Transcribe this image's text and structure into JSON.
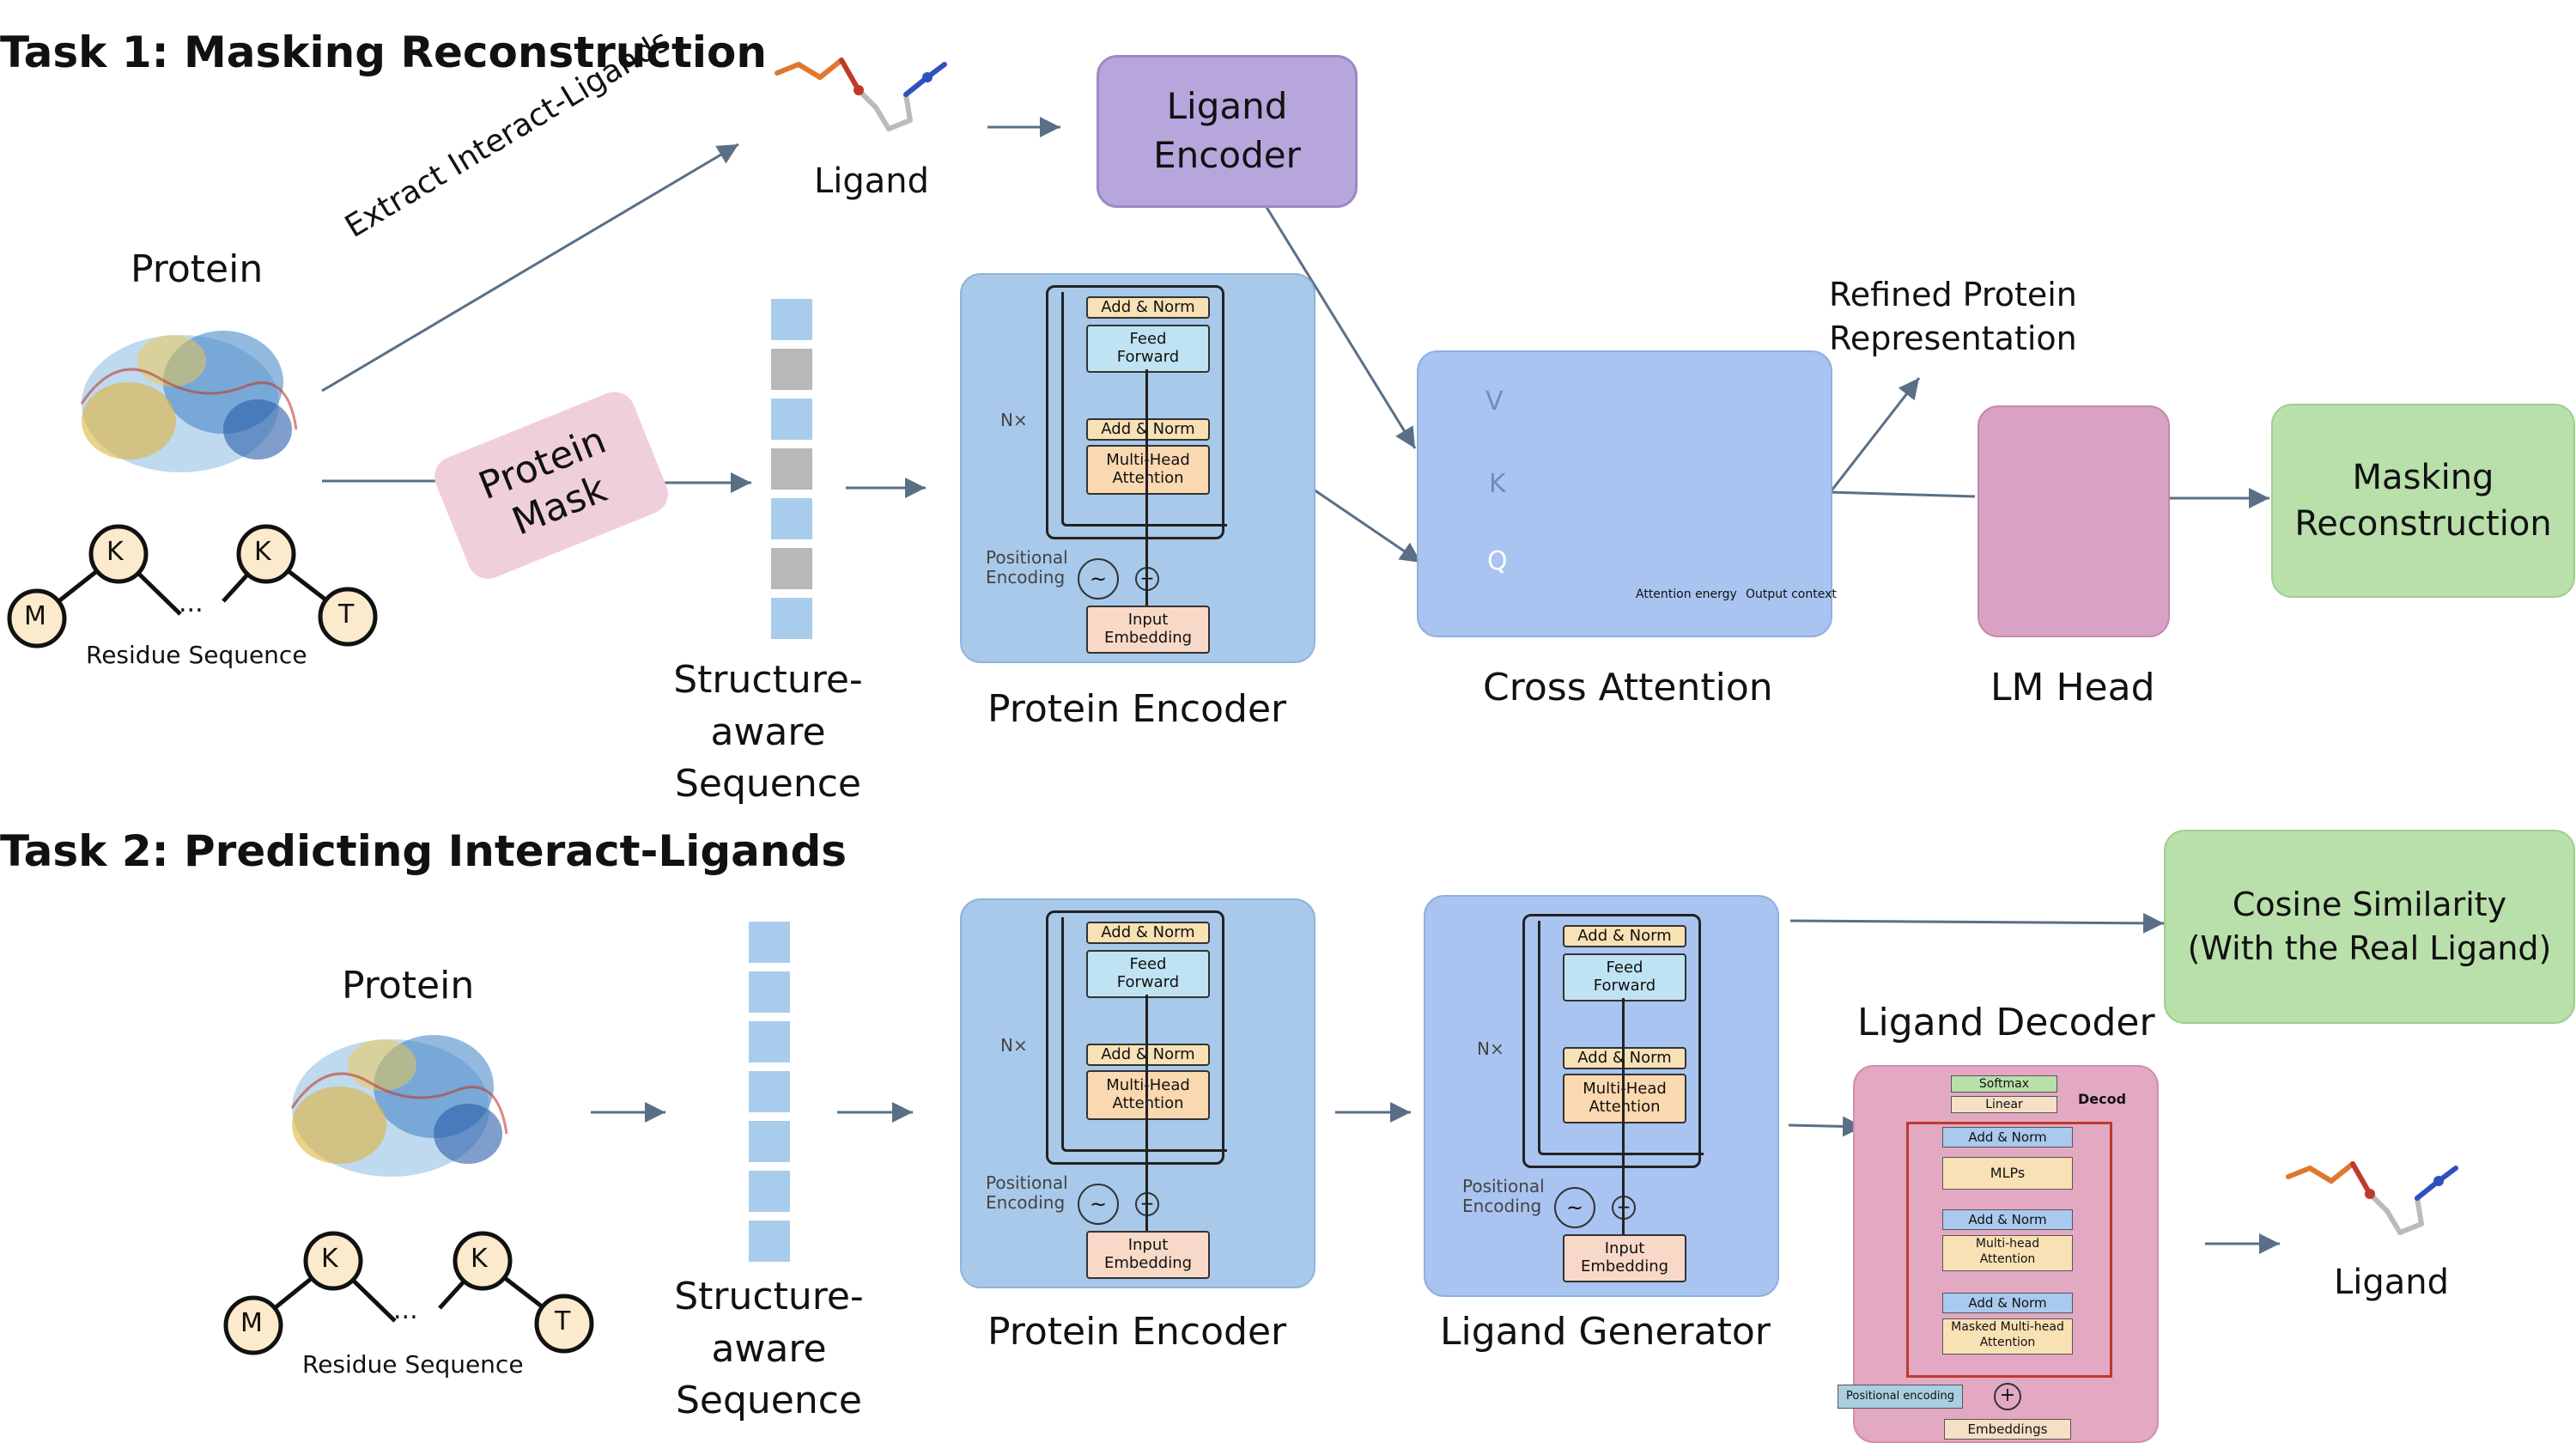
{
  "task1": {
    "title": "Task 1:  Masking Reconstruction",
    "protein_label": "Protein",
    "extract_label": "Extract Interact-Ligands",
    "ligand_label": "Ligand",
    "ligand_encoder": "Ligand\nEncoder",
    "protein_mask": "Protein\nMask",
    "residue_sequence": "Residue Sequence",
    "residues": [
      "M",
      "K",
      "...",
      "K",
      "T"
    ],
    "structure_aware": "Structure-aware\nSequence",
    "protein_encoder": "Protein  Encoder",
    "cross_attention": "Cross Attention",
    "refined": "Refined Protein\nRepresentation",
    "lm_head": "LM  Head",
    "masking_reconstruction": "Masking\nReconstruction",
    "attn_labels": {
      "v": "V",
      "k": "K",
      "q": "Q",
      "energy": "Attention energy",
      "output": "Output context"
    }
  },
  "task2": {
    "title": "Task 2:  Predicting Interact-Ligands",
    "protein_label": "Protein",
    "residue_sequence": "Residue Sequence",
    "residues": [
      "M",
      "K",
      "...",
      "K",
      "T"
    ],
    "structure_aware": "Structure-aware\nSequence",
    "protein_encoder": "Protein  Encoder",
    "ligand_generator": "Ligand Generator",
    "ligand_decoder": "Ligand  Decoder",
    "cosine": "Cosine Similarity\n(With the  Real  Ligand)",
    "ligand_label": "Ligand"
  },
  "encoder_block": {
    "add_norm": "Add & Norm",
    "feed_forward": "Feed\nForward",
    "mha": "Multi-Head\nAttention",
    "nx": "N×",
    "pos_enc": "Positional\nEncoding",
    "input_emb": "Input\nEmbedding"
  },
  "decoder_block": {
    "softmax": "Softmax",
    "linear": "Linear",
    "decod": "Decod",
    "add_norm": "Add & Norm",
    "mlps": "MLPs",
    "mha": "Multi-head\nAttention",
    "masked_mha": "Masked Multi-head\nAttention",
    "pos_enc": "Positional encoding",
    "embeddings": "Embeddings"
  },
  "colors": {
    "ligand_encoder": "#b7a6dc",
    "protein_mask": "#f0cfdc",
    "encoder_bg": "#a8c9ea",
    "cross_bg": "#a9c4f0",
    "lm_head": "#d9a2c4",
    "green": "#b9dfaa",
    "decoder_bg": "#e3a9c3",
    "seq_blue": "#a8cdec",
    "seq_gray": "#b8b8b8",
    "arrow": "#5a6f86"
  }
}
